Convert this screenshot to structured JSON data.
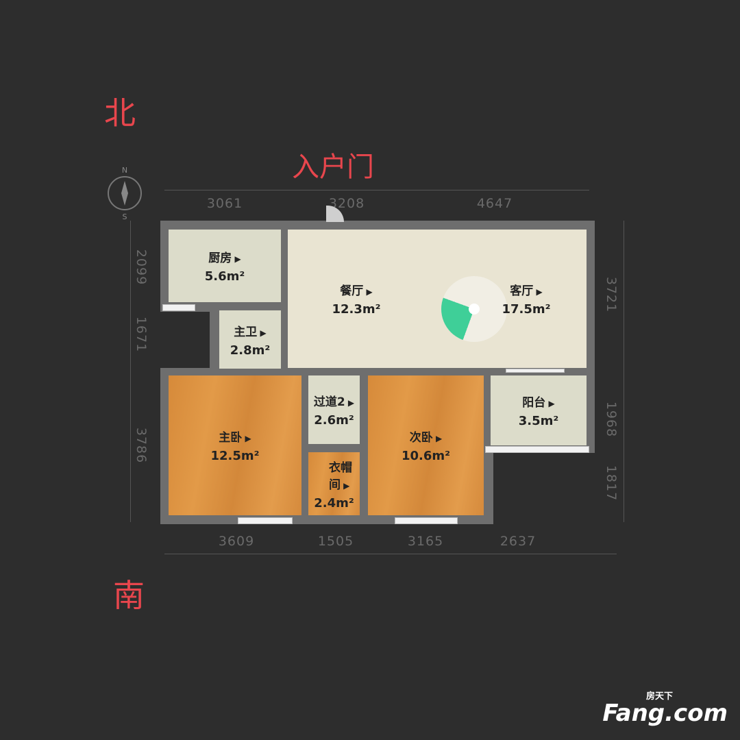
{
  "labels": {
    "north": "北",
    "south": "南",
    "entrance": "入户门"
  },
  "compass": {
    "n": "N",
    "s": "S"
  },
  "dimensions": {
    "top": [
      "3061",
      "3208",
      "4647"
    ],
    "bottom": [
      "3609",
      "1505",
      "3165",
      "2637"
    ],
    "left": [
      "2099",
      "1671",
      "3786"
    ],
    "right": [
      "3721",
      "1968",
      "1817"
    ]
  },
  "rooms": [
    {
      "name": "厨房",
      "area": "5.6m²"
    },
    {
      "name": "餐厅",
      "area": "12.3m²"
    },
    {
      "name": "客厅",
      "area": "17.5m²"
    },
    {
      "name": "主卫",
      "area": "2.8m²"
    },
    {
      "name": "过道2",
      "area": "2.6m²"
    },
    {
      "name": "主卧",
      "area": "12.5m²"
    },
    {
      "name": "衣帽间",
      "area": "2.4m²"
    },
    {
      "name": "次卧",
      "area": "10.6m²"
    },
    {
      "name": "阳台",
      "area": "3.5m²"
    }
  ],
  "logo": {
    "cn": "房天下",
    "en": "Fang.com"
  },
  "colors": {
    "accent": "#e8464d",
    "view_marker": "#3fcf98"
  }
}
